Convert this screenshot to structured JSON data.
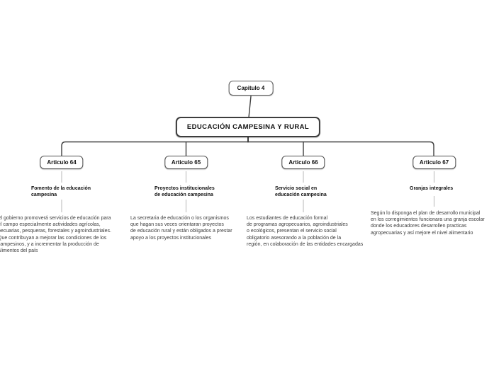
{
  "root": {
    "label": "Capitulo 4"
  },
  "main": {
    "label": "EDUCACIÓN CAMPESINA Y RURAL"
  },
  "branches": [
    {
      "article": "Articulo 64",
      "subtitle": "Fomento de la educación\ncampesina",
      "description": "El gobierno promoverá servicios de educación para\nel campo especialmente actividades  agrícolas,\npecuarias, pesqueras, forestales y agroindustriales.\nQue contribuyan a mejorar las condiciones de los\ncampesinos, y a incrementar la producción de\nalimentos del país"
    },
    {
      "article": "Articulo 65",
      "subtitle": "Proyectos institucionales\nde educación campesina",
      "description": "La secretaria de educación o los organismos\nque hagan sus veces orientaran proyectos\nde educación rural y están obligados a prestar\napoyo a los proyectos institucionales"
    },
    {
      "article": "Articulo 66",
      "subtitle": "Servicio social en\neducación campesina",
      "description": "Los estudiantes de educación formal\nde programas agropecuarios, agroindustriales\no ecológicos, presentan el servicio social\nobligatorio asesorando a la población de la\nregión, en colaboración de las entidades encargadas"
    },
    {
      "article": "Articulo 67",
      "subtitle": "Granjas integrales",
      "description": "Según lo disponga el plan de desarrollo municipal\nen los corregimientos funcionara una granja escolar\ndonde los educadores desarrollen practicas\nagropecuarias y así mejore el nivel alimentario"
    }
  ],
  "colors": {
    "background": "#ffffff",
    "node_border": "#4f4f4f",
    "main_node_border": "#3d3d3d",
    "tree_line": "#3f3f3f",
    "drop_line": "#bdbdbd",
    "node_text": "#111111",
    "description_text": "#3c3c3c"
  }
}
